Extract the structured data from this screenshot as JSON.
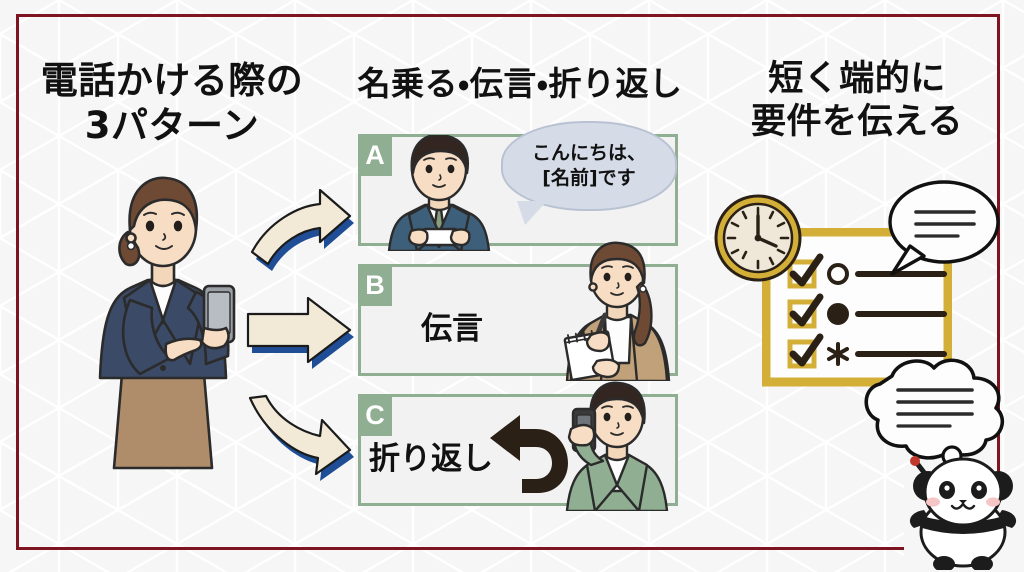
{
  "slide": {
    "title_left": "電話かける際の\n3パターン",
    "title_center": "名乗る・伝言・折り返し",
    "title_right": "短く端的に\n要件を伝える",
    "frame_color": "#7d1420",
    "panel_border_color": "#8fae92",
    "badge_color": "#8fae92",
    "accent_gold": "#d4af37",
    "arrow_fill": "#f2ead6",
    "arrow_shadow": "#1f4e96",
    "background_color": "#f6f6f6"
  },
  "panels": [
    {
      "badge": "A",
      "label": "",
      "bubble_text": "こんにちは、\n[名前]です",
      "illustration": "man-holding-business-card"
    },
    {
      "badge": "B",
      "label": "伝言",
      "bubble_text": "",
      "illustration": "woman-taking-notes"
    },
    {
      "badge": "C",
      "label": "折り返し",
      "bubble_text": "",
      "illustration": "man-on-phone"
    }
  ],
  "left_figure": {
    "name": "businesswoman-with-smartphone"
  },
  "arrows": [
    {
      "name": "curved-arrow-up"
    },
    {
      "name": "straight-arrow-right"
    },
    {
      "name": "curved-arrow-down"
    }
  ],
  "right_cluster": {
    "clock": {
      "name": "wall-clock",
      "hour": 12,
      "minute": 20
    },
    "checklist": {
      "items": [
        {
          "checked": true,
          "bullet": "circle-outline"
        },
        {
          "checked": true,
          "bullet": "circle-filled"
        },
        {
          "checked": true,
          "bullet": "asterisk"
        }
      ]
    },
    "speech_bubble_lines": 3,
    "thought_cloud_lines": 4,
    "mascot": {
      "name": "panda-mascot-with-pointer"
    }
  }
}
